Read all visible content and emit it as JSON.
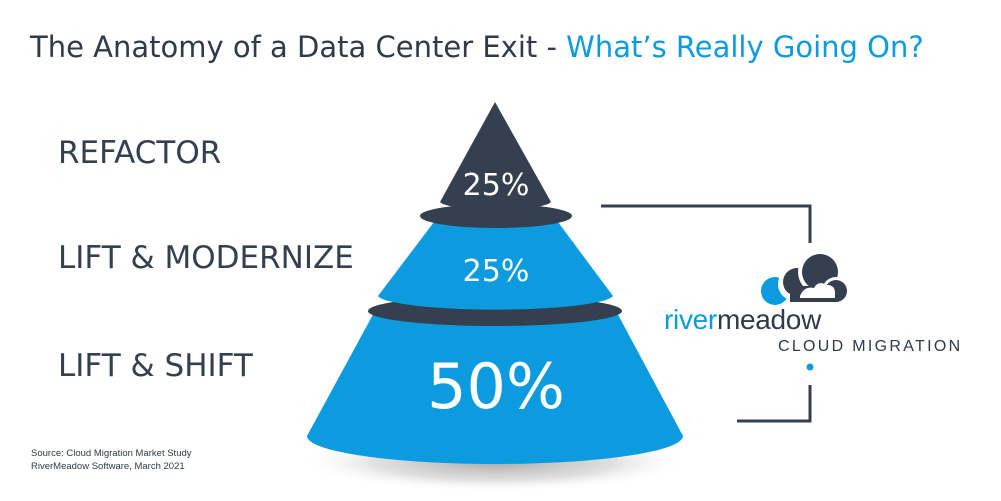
{
  "title": {
    "main": "The Anatomy of a Data Center Exit - ",
    "accent": "What’s Really Going On?"
  },
  "colors": {
    "dark": "#34404f",
    "blue": "#0d9be0",
    "text": "#2f3a4a"
  },
  "chart_data": {
    "type": "pyramid",
    "categories": [
      "REFACTOR",
      "LIFT & MODERNIZE",
      "LIFT & SHIFT"
    ],
    "values": [
      25,
      25,
      50
    ],
    "value_labels": [
      "25%",
      "25%",
      "50%"
    ],
    "unit": "%"
  },
  "source": {
    "line1": "Source: Cloud Migration Market Study",
    "line2": "RiverMeadow Software, March 2021"
  },
  "logo": {
    "river": "river",
    "meadow": "meadow",
    "tagline": "CLOUD MIGRATION"
  }
}
